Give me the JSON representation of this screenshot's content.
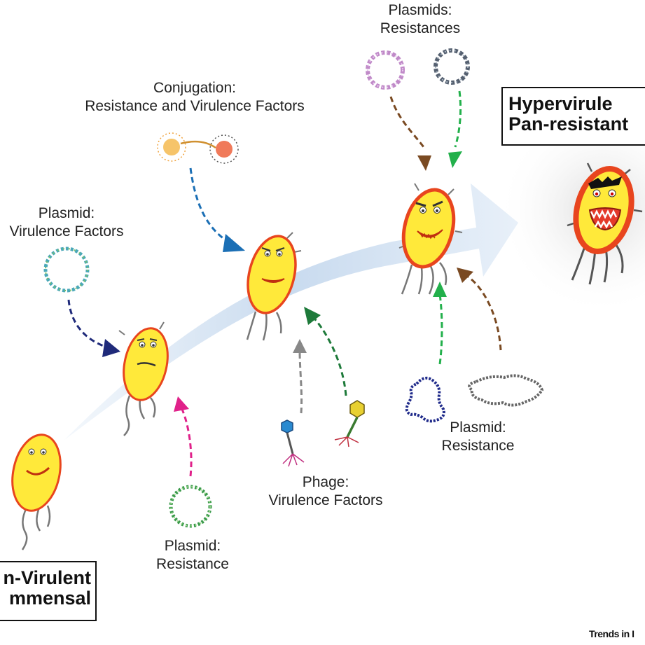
{
  "start_box": {
    "line1": "n-Virulent",
    "line2": "mmensal"
  },
  "end_box": {
    "line1": "Hypervirule",
    "line2": "Pan-resistant"
  },
  "labels": {
    "plasmid_virulence": {
      "line1": "Plasmid:",
      "line2": "Virulence Factors"
    },
    "conjugation": {
      "line1": "Conjugation:",
      "line2": "Resistance and Virulence Factors"
    },
    "plasmids_resistances": {
      "line1": "Plasmids:",
      "line2": "Resistances"
    },
    "plasmid_resistance_left": {
      "line1": "Plasmid:",
      "line2": "Resistance"
    },
    "phage_virulence": {
      "line1": "Phage:",
      "line2": "Virulence Factors"
    },
    "plasmid_resistance_right": {
      "line1": "Plasmid:",
      "line2": "Resistance"
    }
  },
  "credit": "Trends in I",
  "colors": {
    "progress_arrow": "#cfe0f2",
    "cell_fill": "#ffe93a",
    "cell_border": "#e8451e",
    "arrow_navy": "#1f2a7a",
    "arrow_blue": "#1b6fb5",
    "arrow_magenta": "#e0218a",
    "arrow_gray": "#888888",
    "arrow_green": "#1e7a3a",
    "arrow_brown": "#7a4a22",
    "arrow_bright_green": "#22b04b"
  },
  "icons": [
    "bacterium-icon",
    "plasmid-icon",
    "phage-icon",
    "conjugation-icon",
    "dashed-arrow-icon"
  ]
}
